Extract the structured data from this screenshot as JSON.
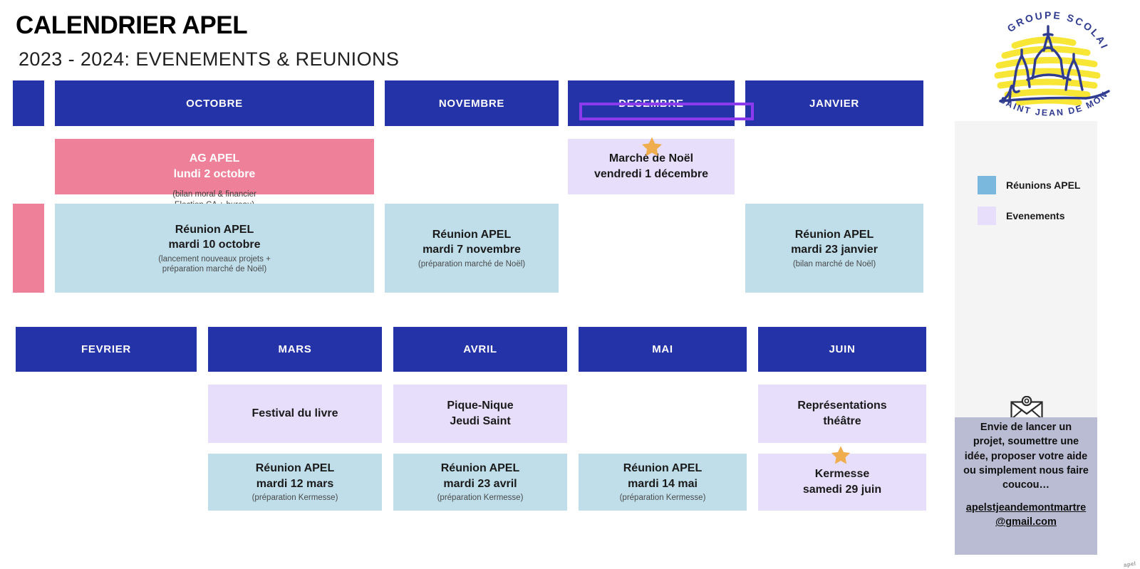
{
  "header": {
    "title": "CALENDRIER APEL",
    "subtitle": "2023 - 2024: EVENEMENTS & REUNIONS"
  },
  "colors": {
    "navy": "#2433a8",
    "reunion_blue": "#bfdeea",
    "event_lavender": "#e6defa",
    "ag_pink": "#ef8099",
    "star_gold": "#f0ad4e",
    "selection_purple": "#8c3aee",
    "sidebar_grey": "#f4f4f5",
    "contact_grey": "#b9bcd2"
  },
  "months_row1": [
    {
      "label": "",
      "name": "month-septembre-stub"
    },
    {
      "label": "OCTOBRE",
      "name": "month-octobre"
    },
    {
      "label": "NOVEMBRE",
      "name": "month-novembre"
    },
    {
      "label": "DECEMBRE",
      "name": "month-decembre",
      "selected": true
    },
    {
      "label": "JANVIER",
      "name": "month-janvier"
    }
  ],
  "months_row2": [
    {
      "label": "FEVRIER",
      "name": "month-fevrier"
    },
    {
      "label": "MARS",
      "name": "month-mars"
    },
    {
      "label": "AVRIL",
      "name": "month-avril"
    },
    {
      "label": "MAI",
      "name": "month-mai"
    },
    {
      "label": "JUIN",
      "name": "month-juin"
    }
  ],
  "cards": {
    "ag_apel": {
      "title": "AG APEL",
      "date": "lundi 2 octobre",
      "note": "(bilan moral & financier\nElection CA + bureau)"
    },
    "reunion_octobre": {
      "title": "Réunion APEL",
      "date": "mardi 10 octobre",
      "note": "(lancement nouveaux projets +\npréparation marché de Noël)"
    },
    "reunion_novembre": {
      "title": "Réunion APEL",
      "date": "mardi 7 novembre",
      "note": "(préparation marché de Noël)"
    },
    "marche_noel": {
      "title": "Marché de Noël",
      "date": "vendredi 1 décembre",
      "note": "",
      "starred": true
    },
    "reunion_janvier": {
      "title": "Réunion APEL",
      "date": "mardi 23 janvier",
      "note": "(bilan marché de Noël)"
    },
    "festival_livre": {
      "title": "Festival du livre",
      "date": "",
      "note": ""
    },
    "pique_nique": {
      "title": "Pique-Nique",
      "date": "Jeudi Saint",
      "note": ""
    },
    "representations": {
      "title": "Représentations",
      "date": "théâtre",
      "note": ""
    },
    "reunion_mars": {
      "title": "Réunion APEL",
      "date": "mardi 12 mars",
      "note": "(préparation Kermesse)"
    },
    "reunion_avril": {
      "title": "Réunion APEL",
      "date": "mardi 23 avril",
      "note": "(préparation Kermesse)"
    },
    "reunion_mai": {
      "title": "Réunion APEL",
      "date": "mardi 14 mai",
      "note": "(préparation Kermesse)"
    },
    "kermesse": {
      "title": "Kermesse",
      "date": "samedi 29 juin",
      "note": "",
      "starred": true
    }
  },
  "sidebar": {
    "logo": {
      "top_text": "GROUPE SCOLAIRE",
      "bottom_text": "SAINT JEAN DE MONTMARTRE"
    },
    "legend": [
      {
        "label": "Réunions APEL",
        "color": "#7ab8dd"
      },
      {
        "label": "Evenements",
        "color": "#e6defa"
      }
    ],
    "contact": {
      "text": "Envie de lancer un projet, soumettre une idée, proposer votre aide ou simplement nous faire coucou…",
      "email_line1": "apelstjeandemontmartre",
      "email_line2": "@gmail.com "
    }
  },
  "watermark": "apel"
}
